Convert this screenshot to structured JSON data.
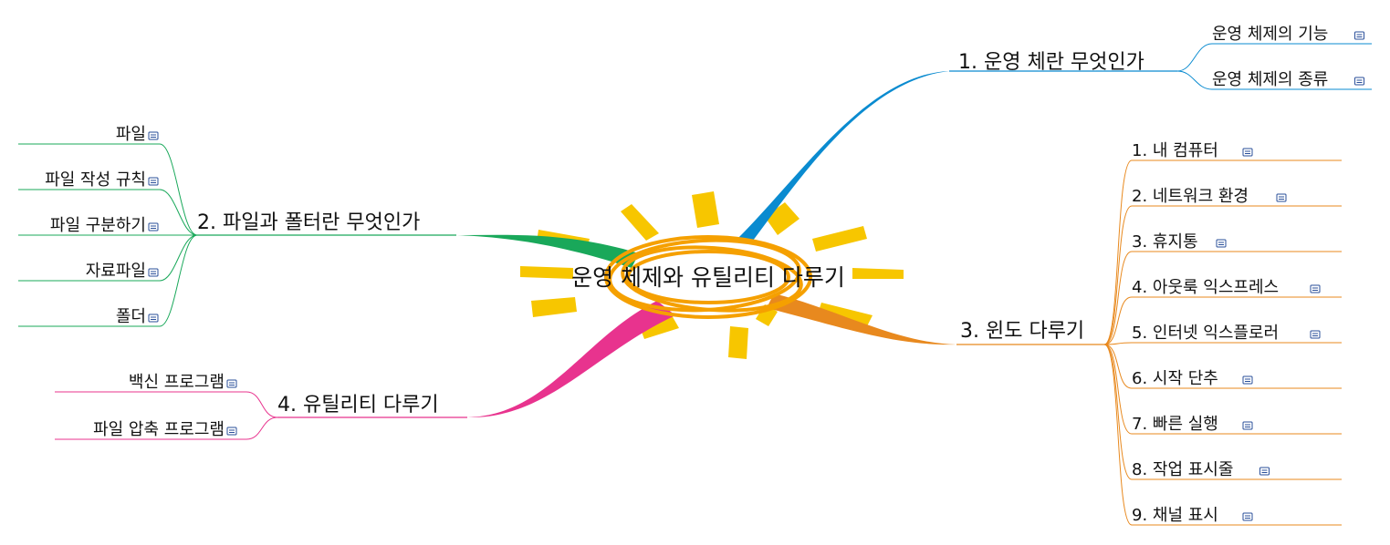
{
  "center": {
    "label": "운영 체제와 유틸리티 다루기",
    "ray_color": "#f7c600",
    "ring_color": "#f5a000"
  },
  "branches": [
    {
      "id": "os",
      "label": "1. 운영 체란 무엇인가",
      "color": "#0a8bd0",
      "children": [
        "운영 체제의 기능",
        "운영 체제의 종류"
      ]
    },
    {
      "id": "file",
      "label": "2. 파일과 폴터란 무엇인가",
      "color": "#19a85a",
      "children": [
        "파일",
        "파일 작성 규칙",
        "파일 구분하기",
        "자료파일",
        "폴더"
      ]
    },
    {
      "id": "window",
      "label": "3. 윈도 다루기",
      "color": "#e8891e",
      "children": [
        "1. 내 컴퓨터",
        "2. 네트워크 환경",
        "3. 휴지통",
        "4. 아웃룩 익스프레스",
        "5. 인터넷 익스플로러",
        "6. 시작 단추",
        "7. 빠른 실행",
        "8. 작업 표시줄",
        "9. 채널 표시"
      ]
    },
    {
      "id": "util",
      "label": "4. 유틸리티 다루기",
      "color": "#e8338e",
      "children": [
        "백신 프로그램",
        "파일 압축 프로그램"
      ]
    }
  ],
  "icons": {
    "note": "note-icon",
    "note_color": "#2a4f9a"
  }
}
